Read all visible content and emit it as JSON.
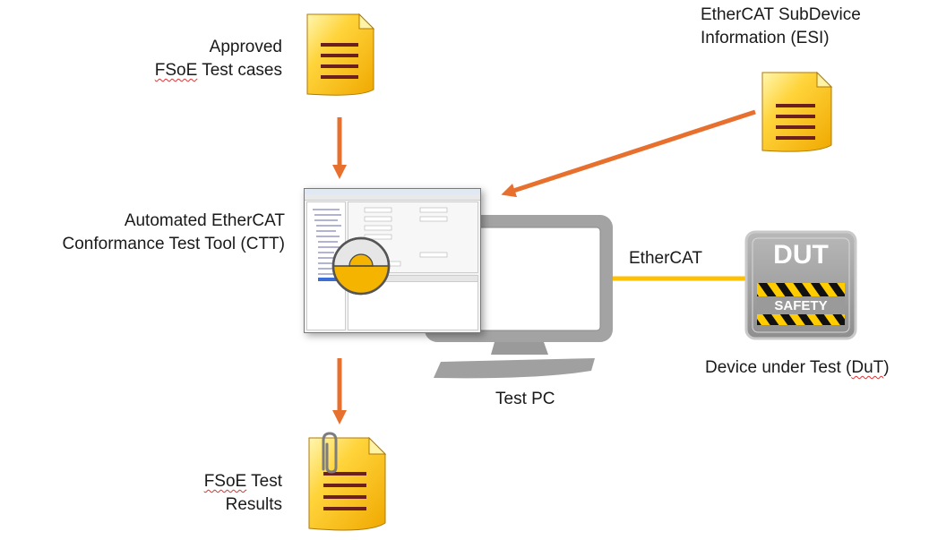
{
  "labels": {
    "approved_l1": "Approved",
    "approved_l2_a": "FSoE",
    "approved_l2_b": " Test cases",
    "esi_l1": "EtherCAT SubDevice",
    "esi_l2": "Information (ESI)",
    "ctt_l1": "Automated EtherCAT",
    "ctt_l2": "Conformance Test Tool (CTT)",
    "ethercat": "EtherCAT",
    "dut_title": "DUT",
    "dut_safety": "SAFETY",
    "dut_l1_a": "Device under Test (",
    "dut_l1_b": "DuT",
    "dut_l1_c": ")",
    "testpc": "Test PC",
    "results_l1_a": "FSoE",
    "results_l1_b": " Test",
    "results_l2": "Results"
  },
  "icons": {
    "document": "document-icon",
    "attached_document": "paperclip-document-icon",
    "monitor": "monitor-icon",
    "dut": "dut-safety-icon",
    "ctt_window": "ctt-screenshot"
  },
  "colors": {
    "arrow": "#e8702e",
    "ethercat_line": "#ffc000",
    "doc_yellow": "#ffd23a",
    "doc_line": "#6b1f1f",
    "monitor": "#9a9a9a",
    "dut_gray": "#a6a6a6",
    "ctt_logo": "#f5b400"
  }
}
